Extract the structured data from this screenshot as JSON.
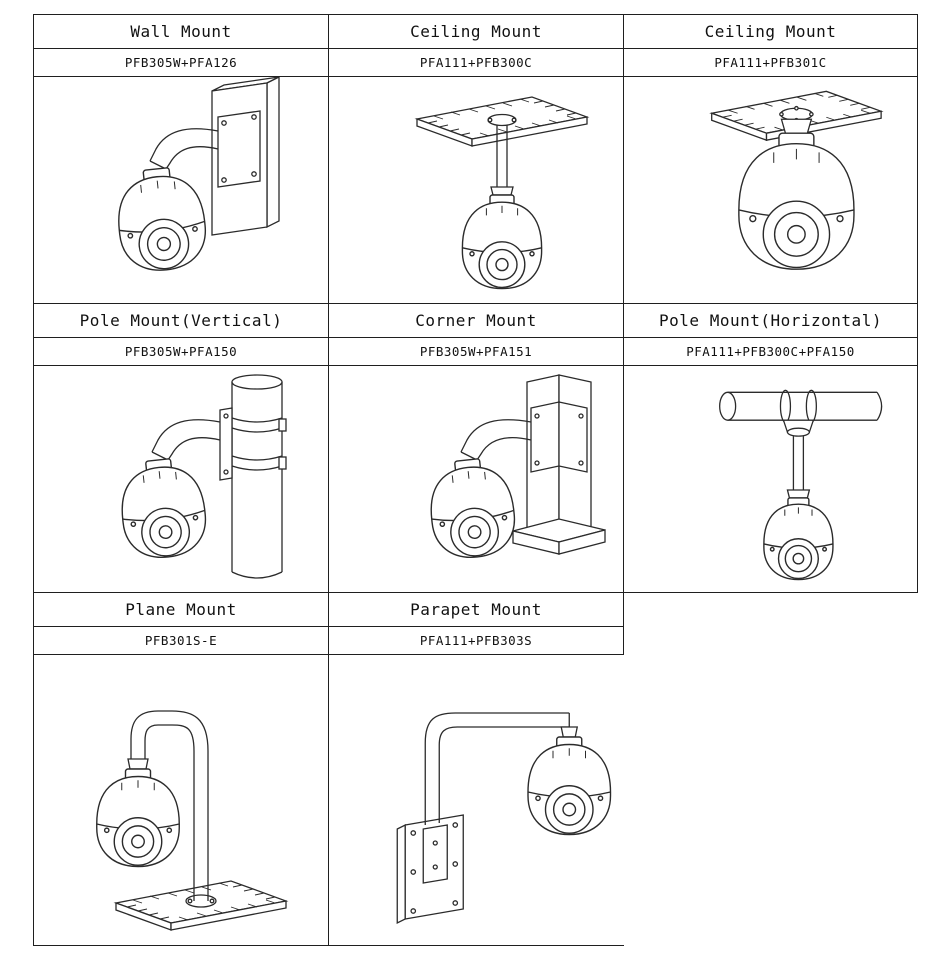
{
  "colors": {
    "line": "#2b2b2b",
    "border": "#1f1f1f",
    "background": "#ffffff"
  },
  "cells": [
    {
      "title": "Wall Mount",
      "part": "PFB305W+PFA126",
      "illustration": "wall-mount-illustration"
    },
    {
      "title": "Ceiling Mount",
      "part": "PFA111+PFB300C",
      "illustration": "ceiling-mount-pendant-illustration"
    },
    {
      "title": "Ceiling Mount",
      "part": "PFA111+PFB301C",
      "illustration": "ceiling-mount-direct-illustration"
    },
    {
      "title": "Pole Mount(Vertical)",
      "part": "PFB305W+PFA150",
      "illustration": "pole-mount-vertical-illustration"
    },
    {
      "title": "Corner Mount",
      "part": "PFB305W+PFA151",
      "illustration": "corner-mount-illustration"
    },
    {
      "title": "Pole Mount(Horizontal)",
      "part": "PFA111+PFB300C+PFA150",
      "illustration": "pole-mount-horizontal-illustration"
    },
    {
      "title": "Plane Mount",
      "part": "PFB301S-E",
      "illustration": "plane-mount-illustration"
    },
    {
      "title": "Parapet Mount",
      "part": "PFA111+PFB303S",
      "illustration": "parapet-mount-illustration"
    }
  ]
}
